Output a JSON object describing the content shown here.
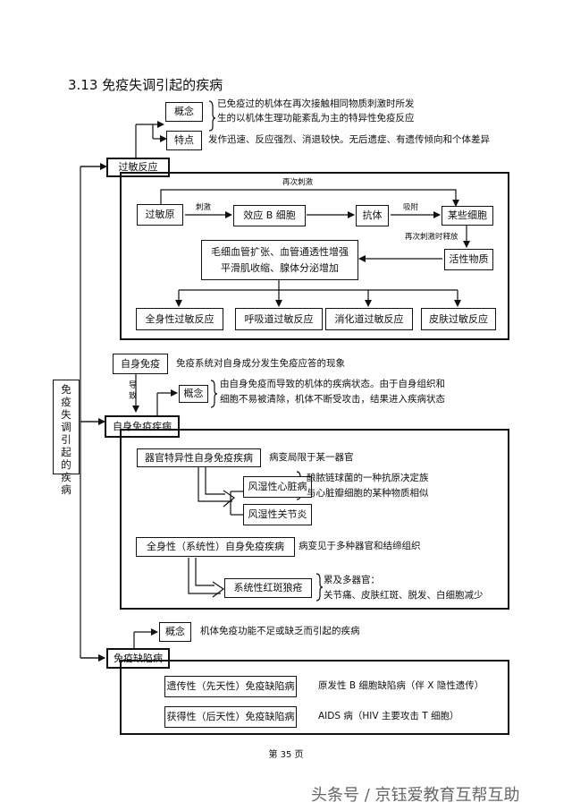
{
  "title": "3.13 免疫失调引起的疾病",
  "root": "免疫失调引起的疾病",
  "allergy": {
    "label": "过敏反应",
    "concept_label": "概念",
    "concept_text_1": "已免疫过的机体在再次接触相同物质刺激时所发",
    "concept_text_2": "生的以机体生理功能紊乱为主的特异性免疫反应",
    "feature_label": "特点",
    "feature_text": "发作迅速、反应强烈、消退较快。无后遗症、有遗传倾向和个体差异",
    "flow": {
      "restimulate": "再次刺激",
      "allergen": "过敏原",
      "stimulate": "刺激",
      "effector_b": "效应 B 细胞",
      "antibody": "抗体",
      "adsorb": "吸附",
      "certain_cells": "某些细胞",
      "release": "再次刺激时释放",
      "active_substance": "活性物质",
      "effect_line_1": "毛细血管扩张、血管通透性增强",
      "effect_line_2": "平滑肌收缩、腺体分泌增加",
      "outcomes": [
        "全身性过敏反应",
        "呼吸道过敏反应",
        "消化道过敏反应",
        "皮肤过敏反应"
      ]
    }
  },
  "autoimmune": {
    "self_immunity": "自身免疫",
    "self_immunity_text": "免疫系统对自身成分发生免疫应答的现象",
    "lead_to": "导致",
    "concept_label": "概念",
    "concept_text_1": "由自身免疫而导致的机体的疾病状态。由于自身组织和",
    "concept_text_2": "细胞不易被清除，机体不断受攻击，结果进入疾病状态",
    "label": "自身免疫疾病",
    "organ_specific": "器官特异性自身免疫疾病",
    "organ_specific_text": "病变局限于某一器官",
    "rheumatic_heart": "风湿性心脏病",
    "rheumatic_text_1": "酿脓链球菌的一种抗原决定族",
    "rheumatic_text_2": "与心脏瓣细胞的某种物质相似",
    "rheumatic_arthritis": "风湿性关节炎",
    "systemic": "全身性（系统性）自身免疫疾病",
    "systemic_text": "病变见于多种器官和结缔组织",
    "sle": "系统性红斑狼疮",
    "sle_text_1": "累及多器官：",
    "sle_text_2": "关节痛、皮肤红斑、脱发、白细胞减少"
  },
  "immunodeficiency": {
    "concept_label": "概念",
    "concept_text": "机体免疫功能不足或缺乏而引起的疾病",
    "label": "免疫缺陷病",
    "congenital": "遗传性（先天性）免疫缺陷病",
    "congenital_text": "原发性  B 细胞缺陷病（伴   X 隐性遗传）",
    "acquired": "获得性（后天性）免疫缺陷病",
    "acquired_text": "AIDS 病（HIV  主要攻击  T 细胞）"
  },
  "footer": "第 35 页",
  "watermark": "头条号 / 京钰爱教育互帮互助"
}
